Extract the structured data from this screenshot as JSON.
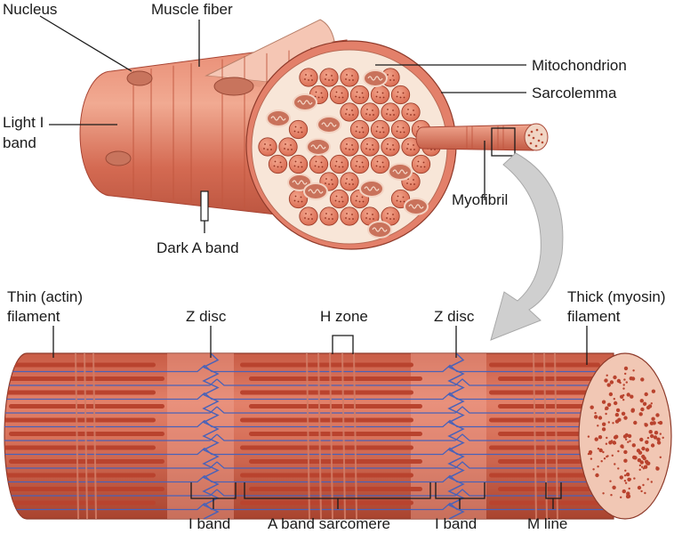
{
  "labels": {
    "nucleus": "Nucleus",
    "muscle_fiber": "Muscle fiber",
    "mitochondrion": "Mitochondrion",
    "sarcolemma": "Sarcolemma",
    "light_i_band": [
      "Light I",
      "band"
    ],
    "myofibril": "Myofibril",
    "dark_a_band": "Dark A band",
    "thin_filament": [
      "Thin (actin)",
      "filament"
    ],
    "z_disc_left": "Z disc",
    "h_zone": "H zone",
    "z_disc_right": "Z disc",
    "thick_filament": [
      "Thick (myosin)",
      "filament"
    ],
    "i_band_left": "I band",
    "a_band_sarcomere": "A band sarcomere",
    "i_band_right": "I band",
    "m_line": "M line"
  },
  "colors": {
    "muscle": "#d9705a",
    "muscle_light": "#f0b29c",
    "muscle_dark": "#a84433",
    "cross_section_bg": "#f8e6d8",
    "actin_blue": "#4a62b8",
    "arrow_gray": "#c8c8c8",
    "text": "#1a1a1a"
  }
}
